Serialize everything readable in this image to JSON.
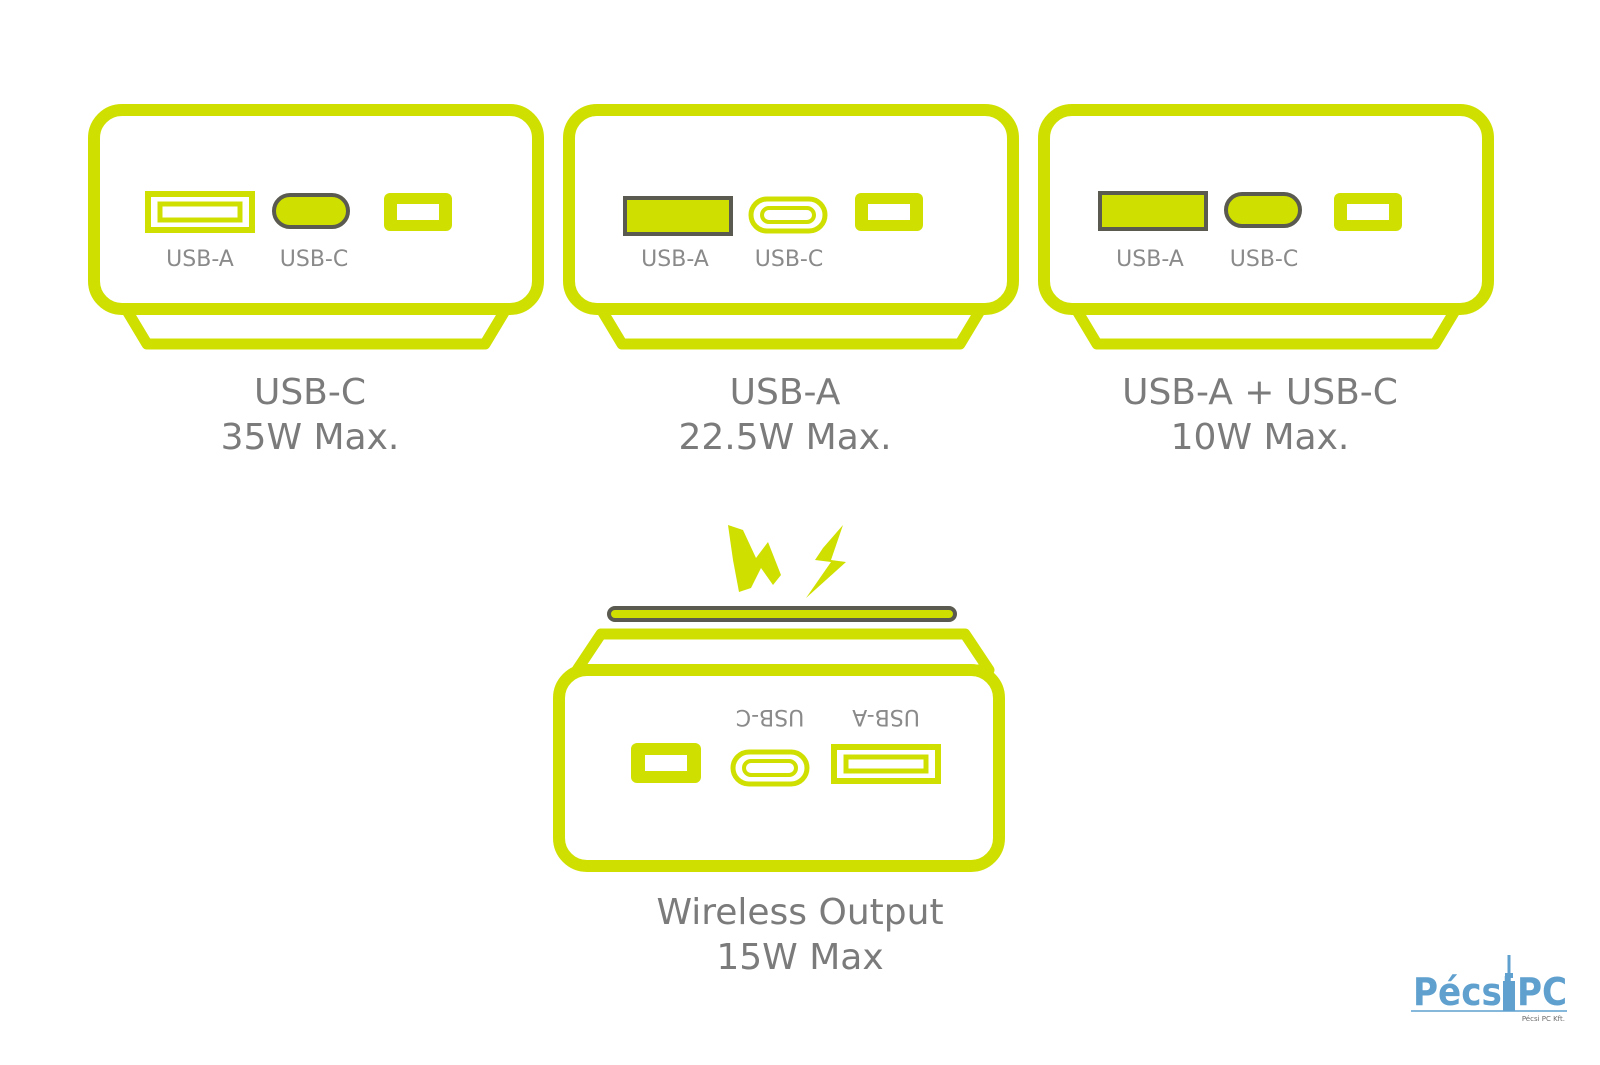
{
  "colors": {
    "accent": "#cfe000",
    "outline": "#5a5a50",
    "text": "#7b7b7b",
    "port_text": "#8a8a8a",
    "logo": "#5fa0cf"
  },
  "devices": [
    {
      "ports": [
        "USB-A",
        "USB-C"
      ],
      "active": "usb-c",
      "caption": [
        "USB-C",
        "35W Max."
      ]
    },
    {
      "ports": [
        "USB-A",
        "USB-C"
      ],
      "active": "usb-a",
      "caption": [
        "USB-A",
        "22.5W Max."
      ]
    },
    {
      "ports": [
        "USB-A",
        "USB-C"
      ],
      "active": "both",
      "caption": [
        "USB-A + USB-C",
        "10W Max."
      ]
    }
  ],
  "wireless": {
    "ports": [
      "USB-C",
      "USB-A"
    ],
    "caption": [
      "Wireless Output",
      "15W Max"
    ],
    "icon": "lightning-bolt-icon"
  },
  "logo": {
    "text_left": "Pécsi",
    "text_right": "PC",
    "sub": "Pécsi PC Kft."
  }
}
